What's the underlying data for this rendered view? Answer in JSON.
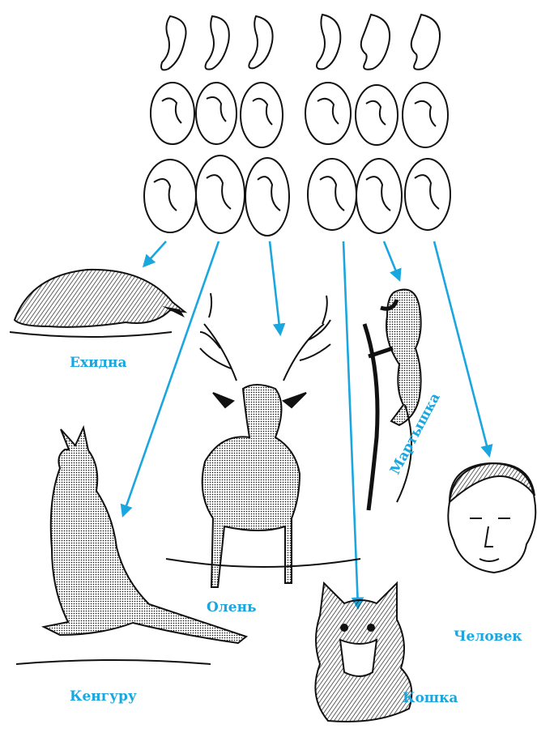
{
  "labels": {
    "echidna": "Ехидна",
    "deer": "Олень",
    "kangaroo": "Кенгуру",
    "monkey": "Мартышка",
    "cat": "Кошка",
    "human": "Человек"
  },
  "colors": {
    "arrow": "#1aa6df",
    "label": "#1aa6df",
    "ink": "#111111",
    "background": "#ffffff"
  },
  "embryo_grid": {
    "rows": 3,
    "columns": 6,
    "description_columns": [
      "echidna-embryo",
      "kangaroo-embryo",
      "deer-embryo",
      "cat-embryo",
      "monkey-embryo",
      "human-embryo"
    ]
  }
}
